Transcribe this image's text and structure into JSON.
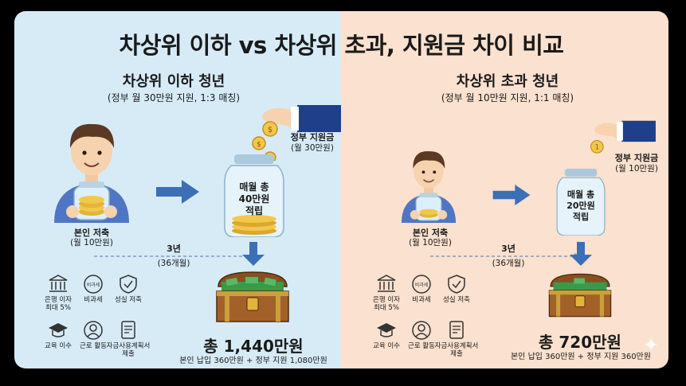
{
  "title": "차상위 이하 vs 차상위 초과, 지원금 차이 비교",
  "left": {
    "title": "차상위 이하 청년",
    "subtitle": "(정부 월 30만원 지원, 1:3 매칭)",
    "gov_label": "정부 지원금",
    "gov_amount": "(월 30만원)",
    "jar_line1": "매월 총",
    "jar_line2": "40만원",
    "jar_line3": "적립",
    "self_label": "본인 저축",
    "self_amount": "(월 10만원)",
    "period": "3년",
    "period_months": "(36개월)",
    "total": "총 1,440만원",
    "total_desc": "본인 납입 360만원 + 정부 지원 1,080만원"
  },
  "right": {
    "title": "차상위 초과 청년",
    "subtitle": "(정부 월 10만원 지원, 1:1 매칭)",
    "gov_label": "정부 지원금",
    "gov_amount": "(월 10만원)",
    "jar_line1": "매월 총",
    "jar_line2": "20만원",
    "jar_line3": "적립",
    "self_label": "본인 저축",
    "self_amount": "(월 10만원)",
    "period": "3년",
    "period_months": "(36개월)",
    "total": "총 720만원",
    "total_desc": "본인 납입 360만원 + 정부 지원 360만원"
  },
  "benefits": [
    {
      "label": "은행 이자\n최대 5%",
      "icon": "bank-icon"
    },
    {
      "label": "비과세",
      "icon": "tax-free-icon"
    },
    {
      "label": "성실 저축",
      "icon": "shield-check-icon"
    },
    {
      "label": "교육 이수",
      "icon": "graduation-cap-icon"
    },
    {
      "label": "근로 활동",
      "icon": "worker-icon"
    },
    {
      "label": "자금사용계획서\n제출",
      "icon": "document-icon"
    }
  ],
  "badge_text": "비과세",
  "colors": {
    "left_bg": "#d7ebf7",
    "right_bg": "#fbe1cf",
    "arrow": "#3b6fb6",
    "sleeve": "#1f3f8a"
  }
}
